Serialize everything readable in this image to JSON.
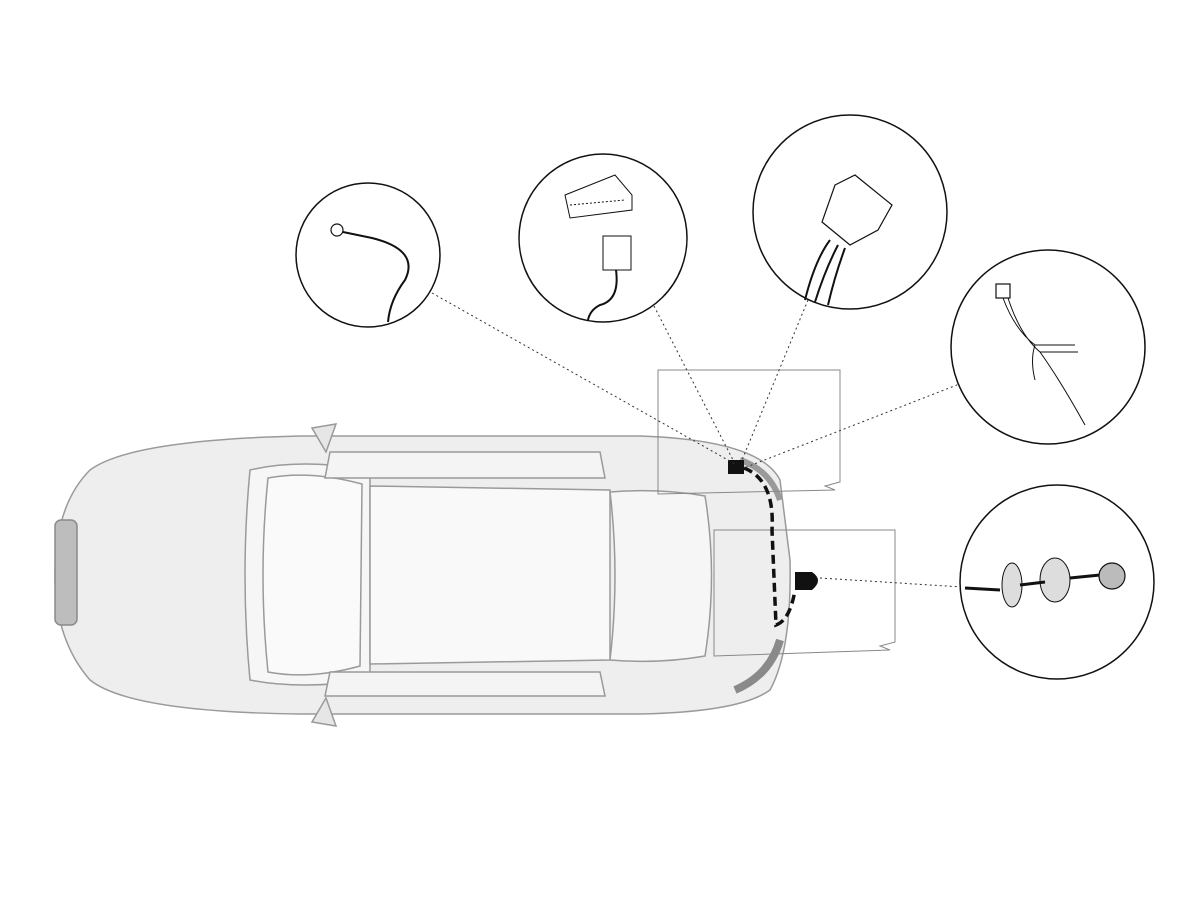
{
  "diagram": {
    "components": [
      {
        "id": "ground-ring-terminal",
        "icon": "ring-terminal-icon"
      },
      {
        "id": "control-module",
        "icon": "electronic-module-icon"
      },
      {
        "id": "vehicle-connector",
        "icon": "plug-connector-icon"
      },
      {
        "id": "loose-wires",
        "icon": "wire-leads-icon"
      },
      {
        "id": "trailer-socket",
        "icon": "socket-icon"
      }
    ],
    "colors": {
      "line": "#222222",
      "car_fill": "#eeeeee",
      "car_stroke": "#9a9a9a",
      "harness": "#111111"
    }
  }
}
